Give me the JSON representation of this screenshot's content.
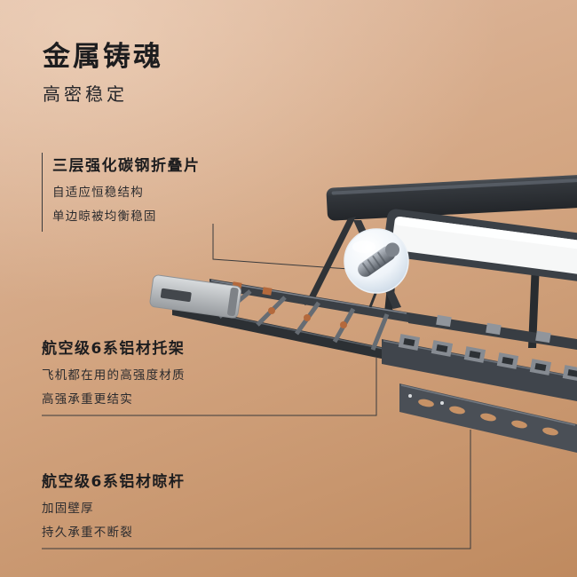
{
  "page": {
    "title": "金属铸魂",
    "subtitle": "高密稳定"
  },
  "features": [
    {
      "heading": "三层强化碳钢折叠片",
      "lines": [
        "自适应恒稳结构",
        "单边晾被均衡稳固"
      ]
    },
    {
      "heading": "航空级6系铝材托架",
      "lines": [
        "飞机都在用的高强度材质",
        "高强承重更结实"
      ]
    },
    {
      "heading": "航空级6系铝材晾杆",
      "lines": [
        "加固壁厚",
        "持久承重不断裂"
      ]
    }
  ],
  "illustration": {
    "parts": [
      "ceiling-host-unit",
      "led-light-panel",
      "folding-plate-lens",
      "aluminum-bracket-rack",
      "motor-box",
      "drying-rods"
    ]
  },
  "colors": {
    "bg_top": "#e0bba2",
    "bg_bottom": "#bf8a5f",
    "text": "#1d1d1f",
    "leader_line": "#3a3a3c",
    "copper_clip": "#b4693c",
    "metal_dark": "#33373c",
    "led_white": "#f6f7f7"
  }
}
